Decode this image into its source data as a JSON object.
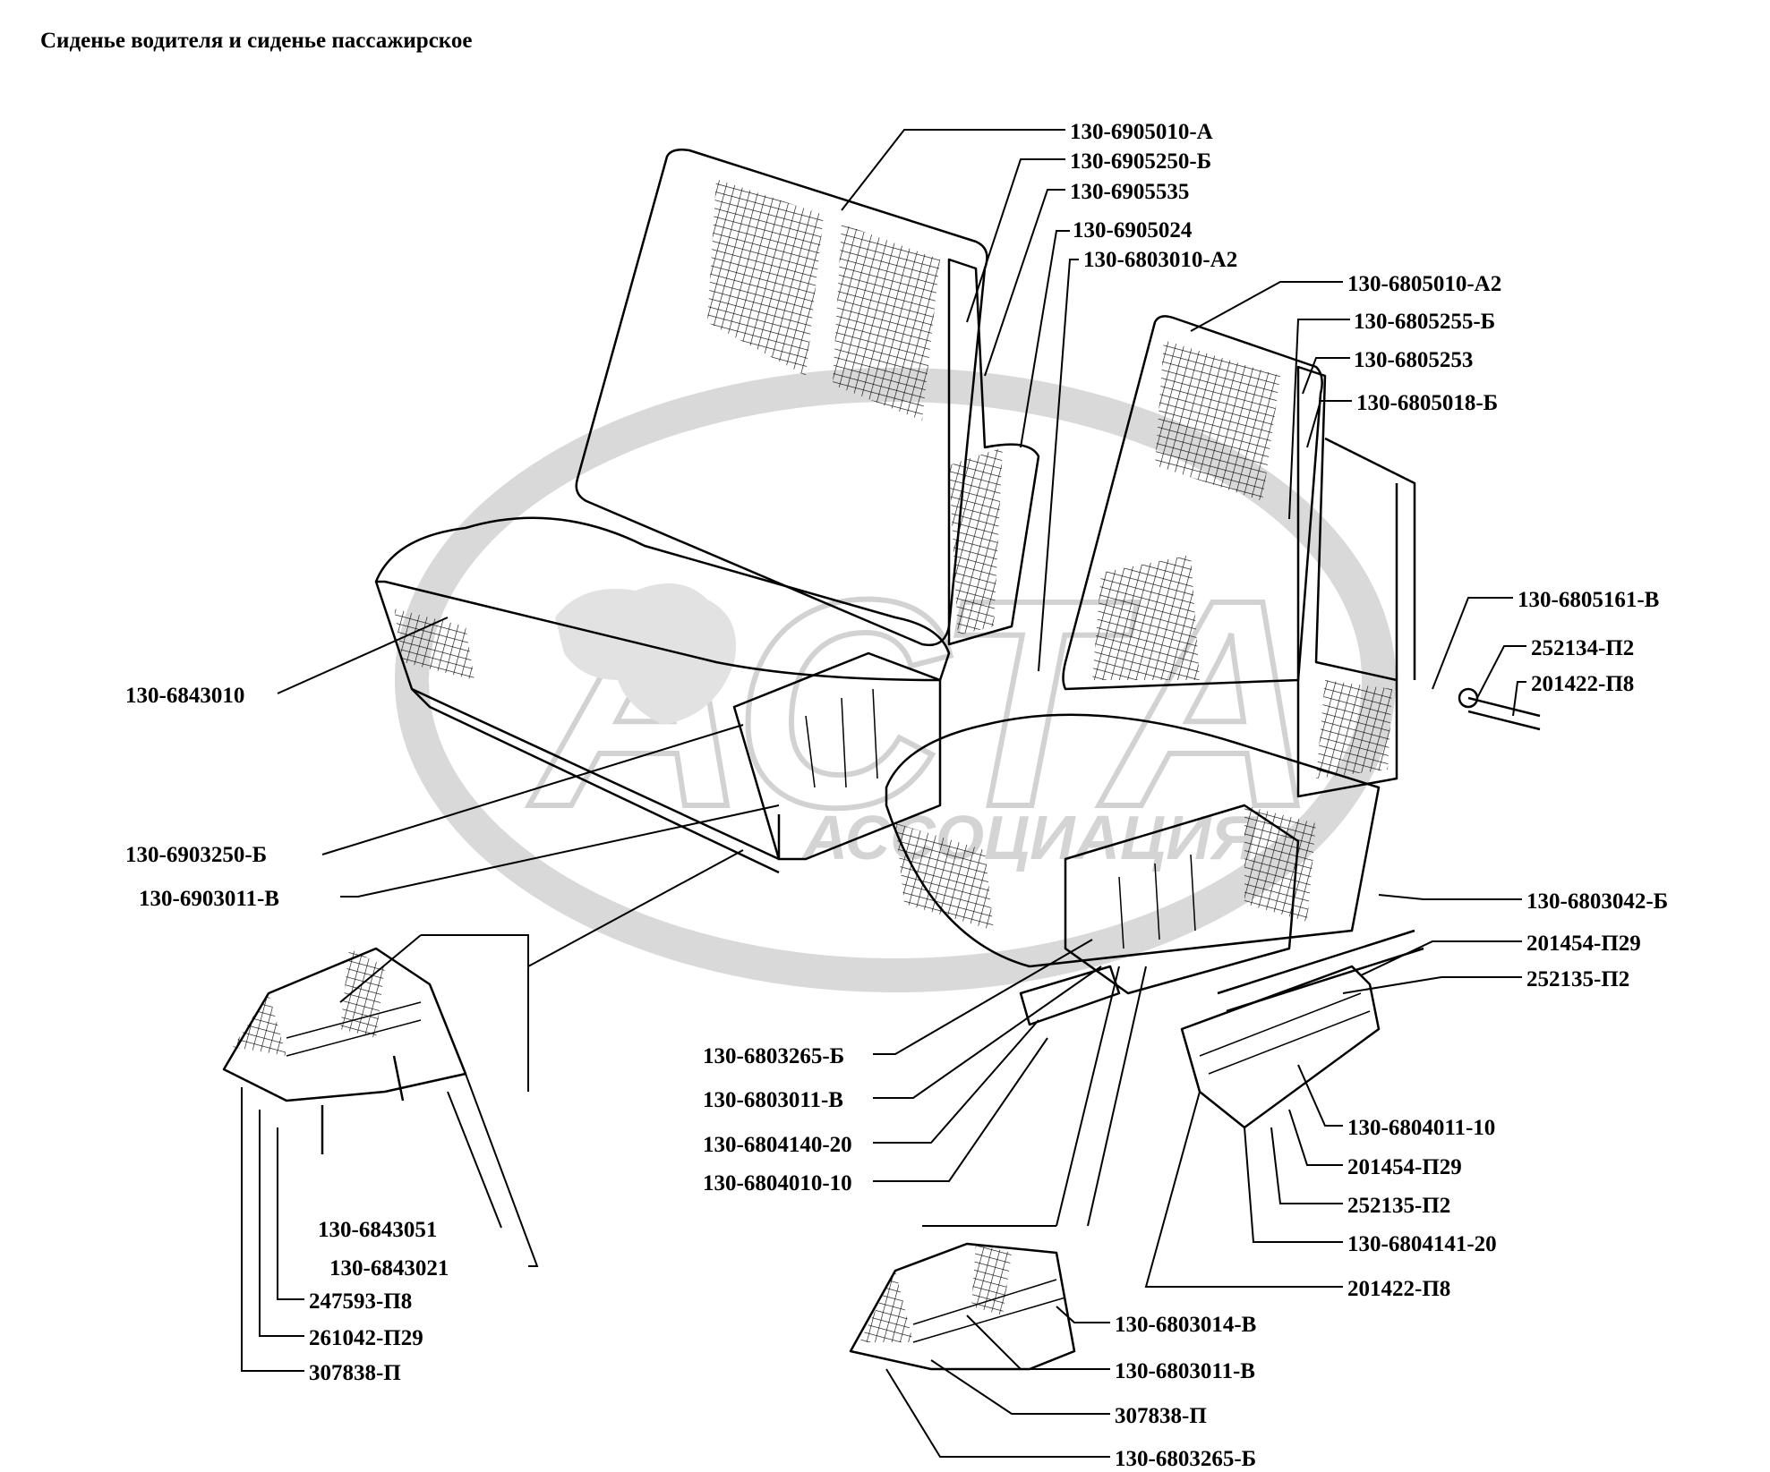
{
  "title": "Сиденье водителя и сиденье пассажирское",
  "watermark": {
    "main": "АСТА",
    "sub": "АССОЦИАЦИЯ",
    "color": "#d6d6d6"
  },
  "labels": [
    "130-6905010-А",
    "130-6905250-Б",
    "130-6905535",
    "130-6905024",
    "130-6803010-А2",
    "130-6805010-А2",
    "130-6805255-Б",
    "130-6805253",
    "130-6805018-Б",
    "130-6805161-В",
    "252134-П2",
    "201422-П8",
    "130-6843010",
    "130-6903250-Б",
    "130-6903011-В",
    "130-6803042-Б",
    "201454-П29",
    "252135-П2",
    "130-6803265-Б",
    "130-6803011-В",
    "130-6804140-20",
    "130-6804010-10",
    "130-6804011-10",
    "201454-П29",
    "252135-П2",
    "130-6804141-20",
    "201422-П8",
    "130-6843051",
    "130-6843021",
    "247593-П8",
    "261042-П29",
    "307838-П",
    "130-6803014-В",
    "130-6803011-В",
    "307838-П",
    "130-6803265-Б"
  ]
}
